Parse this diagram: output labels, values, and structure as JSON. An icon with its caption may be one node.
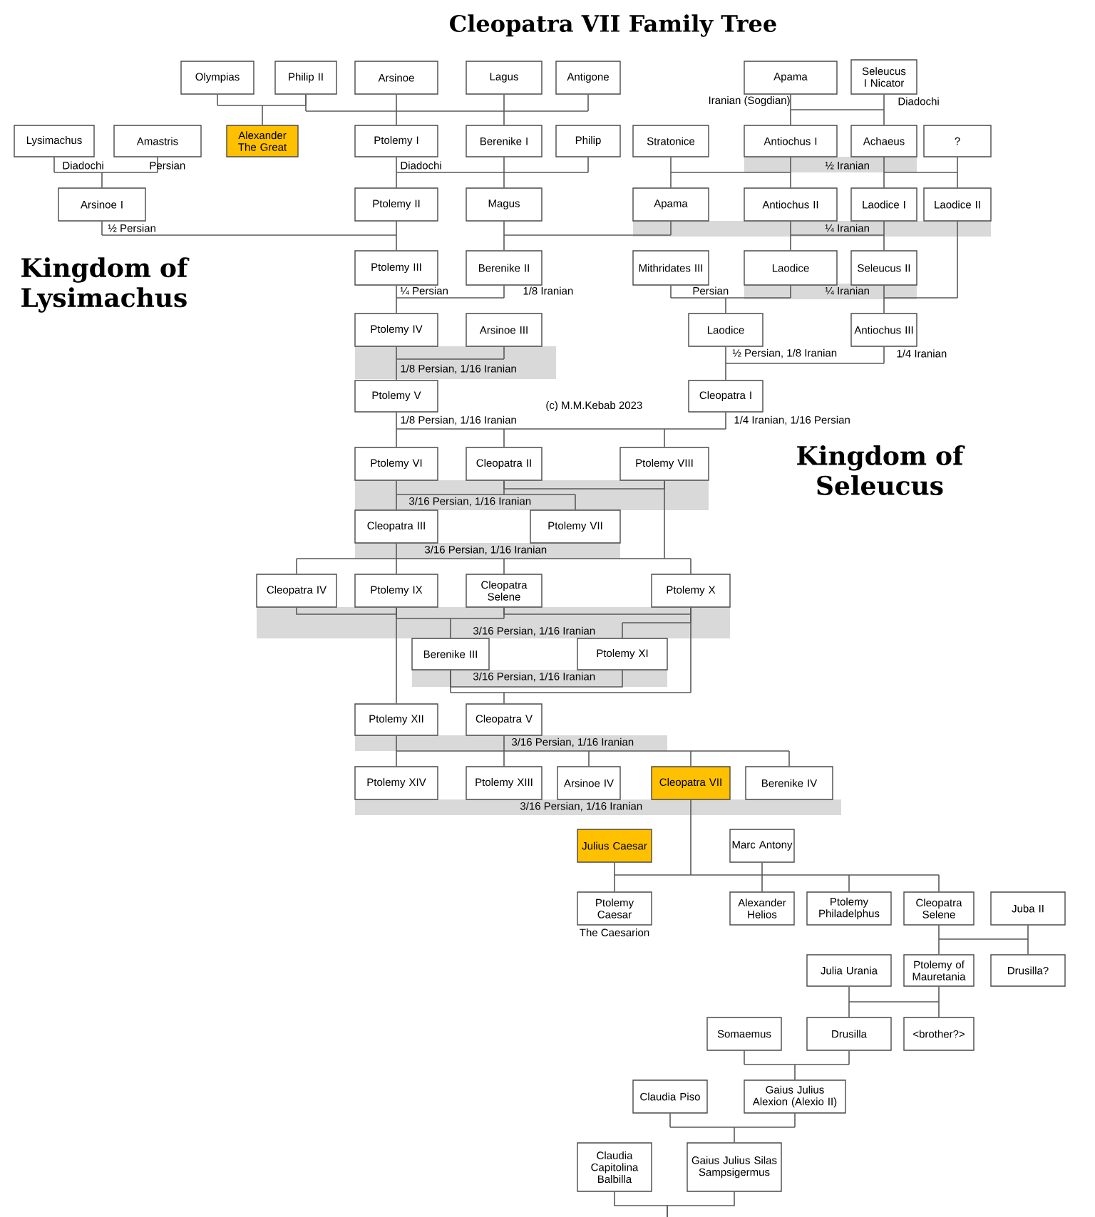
{
  "diagram": {
    "title": "Cleopatra VII Family Tree",
    "nodes": [
      {
        "text": [
          "Olympias"
        ]
      },
      {
        "text": [
          "Philip II"
        ]
      },
      {
        "text": [
          "Arsinoe"
        ]
      },
      {
        "text": [
          "Lagus"
        ]
      },
      {
        "text": [
          "Antigone"
        ]
      },
      {
        "text": [
          "Apama"
        ]
      },
      {
        "text": [
          "Seleucus I Nicator"
        ]
      },
      {
        "text": [
          "Lysimachus"
        ]
      },
      {
        "text": [
          "Amastris"
        ]
      },
      {
        "text": [
          "Alexander The Great"
        ]
      },
      {
        "text": [
          "Ptolemy I"
        ]
      },
      {
        "text": [
          "Berenike I"
        ]
      },
      {
        "text": [
          "Philip"
        ]
      },
      {
        "text": [
          "Stratonice"
        ]
      },
      {
        "text": [
          "Antiochus I"
        ]
      },
      {
        "text": [
          "Achaeus"
        ]
      },
      {
        "text": [
          "?"
        ]
      },
      {
        "text": [
          "Arsinoe I"
        ]
      },
      {
        "text": [
          "Ptolemy II"
        ]
      },
      {
        "text": [
          "Magus"
        ]
      },
      {
        "text": [
          "Apama"
        ]
      },
      {
        "text": [
          "Antiochus II"
        ]
      },
      {
        "text": [
          "Laodice I"
        ]
      },
      {
        "text": [
          "Laodice II"
        ]
      },
      {
        "text": [
          "Ptolemy III"
        ]
      },
      {
        "text": [
          "Berenike II"
        ]
      },
      {
        "text": [
          "Mithridates III"
        ]
      },
      {
        "text": [
          "Laodice"
        ]
      },
      {
        "text": [
          "Seleucus II"
        ]
      },
      {
        "text": [
          "Ptolemy IV"
        ]
      },
      {
        "text": [
          "Arsinoe III"
        ]
      },
      {
        "text": [
          "Laodice"
        ]
      },
      {
        "text": [
          "Antiochus III"
        ]
      },
      {
        "text": [
          "Ptolemy V"
        ]
      },
      {
        "text": [
          "Cleopatra I"
        ]
      },
      {
        "text": [
          "Ptolemy VI"
        ]
      },
      {
        "text": [
          "Cleopatra II"
        ]
      },
      {
        "text": [
          "Ptolemy VIII"
        ]
      },
      {
        "text": [
          "Cleopatra III"
        ]
      },
      {
        "text": [
          "Ptolemy VII"
        ]
      },
      {
        "text": [
          "Cleopatra IV"
        ]
      },
      {
        "text": [
          "Ptolemy IX"
        ]
      },
      {
        "text": [
          "Cleopatra Selene"
        ]
      },
      {
        "text": [
          "Ptolemy X"
        ]
      },
      {
        "text": [
          "Berenike III"
        ]
      },
      {
        "text": [
          "Ptolemy XI"
        ]
      },
      {
        "text": [
          "Ptolemy XII"
        ]
      },
      {
        "text": [
          "Cleopatra V"
        ]
      },
      {
        "text": [
          "Ptolemy XIV"
        ]
      },
      {
        "text": [
          "Ptolemy XIII"
        ]
      },
      {
        "text": [
          "Arsinoe IV"
        ]
      },
      {
        "text": [
          "Cleopatra VII"
        ]
      },
      {
        "text": [
          "Berenike IV"
        ]
      },
      {
        "text": [
          "Julius Caesar"
        ]
      },
      {
        "text": [
          "Marc Antony"
        ]
      },
      {
        "text": [
          "Ptolemy Caesar"
        ],
        "beside": [
          "The Caesarion"
        ]
      },
      {
        "text": [
          "Alexander Helios"
        ]
      },
      {
        "text": [
          "Ptolemy Philadelphus"
        ]
      },
      {
        "text": [
          "Cleopatra Selene"
        ]
      },
      {
        "text": [
          "Juba II"
        ]
      },
      {
        "text": [
          "Julia Urania"
        ]
      },
      {
        "text": [
          "Ptolemy of Mauretania"
        ]
      },
      {
        "text": [
          "Drusilla?"
        ]
      },
      {
        "text": [
          "Somaemus"
        ]
      },
      {
        "text": [
          "Drusilla"
        ]
      },
      {
        "text": [
          "<brother?>"
        ]
      },
      {
        "text": [
          "Claudia Piso"
        ]
      },
      {
        "text": [
          "Gaius Julius Alexion (Alexio II)"
        ]
      },
      {
        "text": [
          "Claudia Capitolina Balbilla"
        ]
      },
      {
        "text": [
          "Gaius Julius Silas Sampsigermus"
        ]
      }
    ],
    "edges": [
      {
        "from": 0,
        "to": 9,
        "arrow": "none"
      },
      {
        "from": 1,
        "to": 9,
        "arrow": "none"
      },
      {
        "from": 1,
        "to": 10,
        "arrow": "none"
      },
      {
        "from": 2,
        "to": 10,
        "arrow": "none"
      },
      {
        "from": 3,
        "to": 10,
        "arrow": "none"
      },
      {
        "from": 3,
        "to": 11,
        "arrow": "none"
      },
      {
        "from": 4,
        "to": 11,
        "arrow": "none"
      },
      {
        "from": 5,
        "to": 14,
        "arrow": "none"
      },
      {
        "from": 6,
        "to": 14,
        "arrow": "none"
      },
      {
        "from": 5,
        "to": 15,
        "arrow": "none"
      },
      {
        "from": 6,
        "to": 15,
        "arrow": "none"
      },
      {
        "from": 7,
        "to": 17,
        "arrow": "none"
      },
      {
        "from": 8,
        "to": 17,
        "arrow": "none"
      },
      {
        "from": 10,
        "to": 18,
        "arrow": "none"
      },
      {
        "from": 11,
        "to": 18,
        "arrow": "none"
      },
      {
        "from": 11,
        "to": 19,
        "arrow": "none"
      },
      {
        "from": 12,
        "to": 19,
        "arrow": "none"
      },
      {
        "from": 13,
        "to": 20,
        "arrow": "none"
      },
      {
        "from": 14,
        "to": 20,
        "arrow": "none"
      },
      {
        "from": 13,
        "to": 21,
        "arrow": "none"
      },
      {
        "from": 14,
        "to": 21,
        "arrow": "none"
      },
      {
        "from": 15,
        "to": 22,
        "arrow": "none"
      },
      {
        "from": 16,
        "to": 22,
        "arrow": "none"
      },
      {
        "from": 15,
        "to": 23,
        "arrow": "none"
      },
      {
        "from": 16,
        "to": 23,
        "arrow": "none"
      },
      {
        "from": 17,
        "to": 24,
        "arrow": "none"
      },
      {
        "from": 18,
        "to": 24,
        "arrow": "none"
      },
      {
        "from": 19,
        "to": 25,
        "arrow": "none"
      },
      {
        "from": 20,
        "to": 25,
        "arrow": "none"
      },
      {
        "from": 21,
        "to": 27,
        "arrow": "none"
      },
      {
        "from": 22,
        "to": 27,
        "arrow": "none"
      },
      {
        "from": 21,
        "to": 28,
        "arrow": "none"
      },
      {
        "from": 22,
        "to": 28,
        "arrow": "none"
      },
      {
        "from": 24,
        "to": 29,
        "arrow": "none"
      },
      {
        "from": 25,
        "to": 29,
        "arrow": "none"
      },
      {
        "from": 26,
        "to": 31,
        "arrow": "none"
      },
      {
        "from": 27,
        "to": 31,
        "arrow": "none"
      },
      {
        "from": 28,
        "to": 32,
        "arrow": "none"
      },
      {
        "from": 23,
        "to": 32,
        "arrow": "none"
      },
      {
        "from": 29,
        "to": 33,
        "arrow": "none"
      },
      {
        "from": 30,
        "to": 33,
        "arrow": "none"
      },
      {
        "from": 31,
        "to": 34,
        "arrow": "none"
      },
      {
        "from": 32,
        "to": 34,
        "arrow": "none"
      },
      {
        "from": 33,
        "to": 35,
        "arrow": "none"
      },
      {
        "from": 34,
        "to": 35,
        "arrow": "none"
      },
      {
        "from": 33,
        "to": 36,
        "arrow": "none"
      },
      {
        "from": 34,
        "to": 36,
        "arrow": "none"
      },
      {
        "from": 33,
        "to": 37,
        "arrow": "none"
      },
      {
        "from": 34,
        "to": 37,
        "arrow": "none"
      },
      {
        "from": 35,
        "to": 38,
        "arrow": "none"
      },
      {
        "from": 36,
        "to": 38,
        "arrow": "none"
      },
      {
        "from": 35,
        "to": 39,
        "arrow": "none"
      },
      {
        "from": 36,
        "to": 39,
        "arrow": "none"
      },
      {
        "from": 36,
        "to": 37,
        "arrow": "none"
      },
      {
        "from": 37,
        "to": 40,
        "arrow": "none"
      },
      {
        "from": 38,
        "to": 40,
        "arrow": "none"
      },
      {
        "from": 37,
        "to": 41,
        "arrow": "none"
      },
      {
        "from": 38,
        "to": 41,
        "arrow": "none"
      },
      {
        "from": 37,
        "to": 42,
        "arrow": "none"
      },
      {
        "from": 38,
        "to": 42,
        "arrow": "none"
      },
      {
        "from": 37,
        "to": 43,
        "arrow": "none"
      },
      {
        "from": 38,
        "to": 43,
        "arrow": "none"
      },
      {
        "from": 40,
        "to": 41,
        "arrow": "none"
      },
      {
        "from": 41,
        "to": 44,
        "arrow": "none"
      },
      {
        "from": 42,
        "to": 44,
        "arrow": "none"
      },
      {
        "from": 42,
        "to": 43,
        "arrow": "none"
      },
      {
        "from": 43,
        "to": 45,
        "arrow": "none"
      },
      {
        "from": 44,
        "to": 45,
        "arrow": "none"
      },
      {
        "from": 41,
        "to": 46,
        "arrow": "none"
      },
      {
        "from": 43,
        "to": 47,
        "arrow": "none"
      },
      {
        "from": 44,
        "to": 47,
        "arrow": "none"
      },
      {
        "from": 46,
        "to": 48,
        "arrow": "none"
      },
      {
        "from": 47,
        "to": 48,
        "arrow": "none"
      },
      {
        "from": 46,
        "to": 49,
        "arrow": "none"
      },
      {
        "from": 47,
        "to": 49,
        "arrow": "none"
      },
      {
        "from": 46,
        "to": 50,
        "arrow": "none"
      },
      {
        "from": 47,
        "to": 50,
        "arrow": "none"
      },
      {
        "from": 46,
        "to": 51,
        "arrow": "none"
      },
      {
        "from": 47,
        "to": 51,
        "arrow": "none"
      },
      {
        "from": 46,
        "to": 52,
        "arrow": "none"
      },
      {
        "from": 47,
        "to": 52,
        "arrow": "none"
      },
      {
        "from": 51,
        "to": 55,
        "arrow": "none"
      },
      {
        "from": 53,
        "to": 55,
        "arrow": "none"
      },
      {
        "from": 51,
        "to": 56,
        "arrow": "none"
      },
      {
        "from": 54,
        "to": 56,
        "arrow": "none"
      },
      {
        "from": 51,
        "to": 57,
        "arrow": "none"
      },
      {
        "from": 54,
        "to": 57,
        "arrow": "none"
      },
      {
        "from": 51,
        "to": 58,
        "arrow": "none"
      },
      {
        "from": 54,
        "to": 58,
        "arrow": "none"
      },
      {
        "from": 58,
        "to": 61,
        "arrow": "none"
      },
      {
        "from": 59,
        "to": 61,
        "arrow": "none"
      },
      {
        "from": 58,
        "to": 62,
        "arrow": "none"
      },
      {
        "from": 59,
        "to": 62,
        "arrow": "none"
      },
      {
        "from": 60,
        "to": 64,
        "arrow": "none"
      },
      {
        "from": 61,
        "to": 64,
        "arrow": "none"
      },
      {
        "from": 60,
        "to": 65,
        "arrow": "none"
      },
      {
        "from": 61,
        "to": 65,
        "arrow": "none"
      },
      {
        "from": 63,
        "to": 67,
        "arrow": "none"
      },
      {
        "from": 64,
        "to": 67,
        "arrow": "none"
      },
      {
        "from": 66,
        "to": 69,
        "arrow": "none"
      },
      {
        "from": 67,
        "to": 69,
        "arrow": "none"
      },
      {
        "from": 68,
        "to": null,
        "arrow": "none"
      },
      {
        "from": 69,
        "to": null,
        "arrow": "none"
      }
    ],
    "labels": [
      "Iranian (Sogdian)",
      "Diadochi",
      "Diadochi",
      "Persian",
      "Diadochi",
      "½ Iranian",
      "½ Persian",
      "¼ Iranian",
      "Kingdom of Lysimachus",
      "¼ Persian",
      "1/8 Iranian",
      "Persian",
      "¼ Iranian",
      "½ Persian, 1/8 Iranian",
      "1/4 Iranian",
      "1/8 Persian, 1/16 Iranian",
      "(c) M.M.Kebab 2023",
      "1/8 Persian, 1/16 Iranian",
      "1/4 Iranian, 1/16 Persian",
      "Kingdom of Seleucus",
      "3/16 Persian, 1/16 Iranian",
      "3/16 Persian, 1/16 Iranian",
      "3/16 Persian, 1/16 Iranian",
      "3/16 Persian, 1/16 Iranian",
      "3/16 Persian, 1/16 Iranian",
      "3/16 Persian, 1/16 Iranian"
    ]
  }
}
